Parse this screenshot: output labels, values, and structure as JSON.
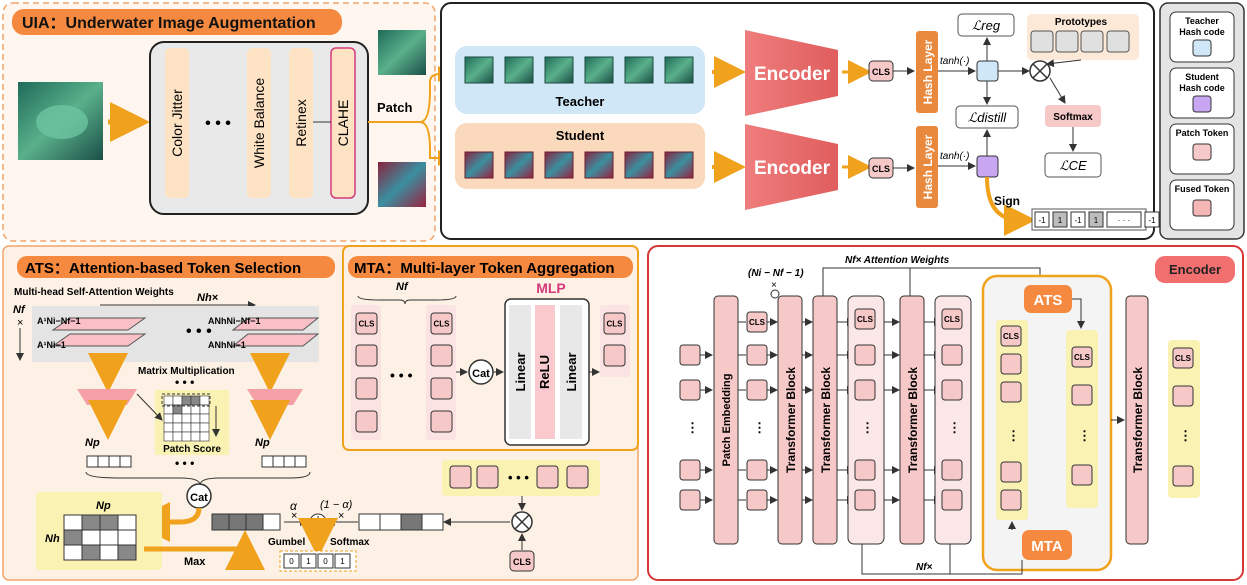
{
  "uia": {
    "title": "UIA：Underwater Image Augmentation",
    "aug_blocks": [
      "Color Jitter",
      "White Balance",
      "Retinex",
      "CLAHE"
    ],
    "dots": "• • •",
    "patch_label": "Patch"
  },
  "pipeline": {
    "teacher_label": "Teacher",
    "student_label": "Student",
    "encoder_label": "Encoder",
    "cls": "CLS",
    "hash_layer": "Hash Layer",
    "tanh": "tanh(·)",
    "l_reg": "ℒreg",
    "l_distill": "ℒdistill",
    "l_ce": "ℒCE",
    "prototypes": "Prototypes",
    "softmax": "Softmax",
    "sign": "Sign",
    "hash_bits": [
      "-1",
      "1",
      "-1",
      "1",
      "· · ·",
      "-1"
    ]
  },
  "legend": {
    "items": [
      "Teacher Hash code",
      "Student Hash code",
      "Patch Token",
      "Fused Token"
    ],
    "colors": [
      "#cfe7f7",
      "#c9a6f2",
      "#f6c9c8",
      "#f4b7b5"
    ]
  },
  "ats": {
    "title": "ATS：Attention-based Token Selection",
    "mhsa": "Multi-head Self-Attention Weights",
    "nh": "Nh×",
    "nf": "Nf",
    "nf_x": "×",
    "a_left_top": "A¹Ni−Nf−1",
    "a_left_bot": "A¹Ni−1",
    "a_right_top": "ANhNi−Nf−1",
    "a_right_bot": "ANhNi−1",
    "matmul": "Matrix Multiplication",
    "np": "Np",
    "patch_score": "Patch Score",
    "cat": "Cat",
    "np_top": "Np",
    "nh_side": "Nh",
    "max": "Max",
    "alpha": "α",
    "one_minus_alpha": "(1 − α)",
    "gumbel": "Gumbel",
    "softmax": "Softmax",
    "bits": [
      "0",
      "1",
      "0",
      "1"
    ],
    "cls": "CLS"
  },
  "mta": {
    "title": "MTA：Multi-layer Token Aggregation",
    "nf": "Nf",
    "mlp": "MLP",
    "linear": "Linear",
    "relu": "ReLU",
    "cat": "Cat",
    "cls": "CLS"
  },
  "encoder": {
    "title": "Encoder",
    "patch_embedding": "Patch Embedding",
    "transformer_block": "Transformer Block",
    "attn_weights": "Nf× Attention Weights",
    "ni_label": "(Ni − Nf − 1)",
    "nf_bottom": "Nf×",
    "ats": "ATS",
    "mta": "MTA",
    "cls": "CLS"
  },
  "colors": {
    "orange": "#f08a3c",
    "encoder_red": "#e86b6b",
    "teacher_bg": "#cfe7f7",
    "student_bg": "#fbd9bd",
    "token_pink": "#f6c9c8",
    "hash_orange": "#e9893e",
    "purple": "#c9a6f2"
  }
}
